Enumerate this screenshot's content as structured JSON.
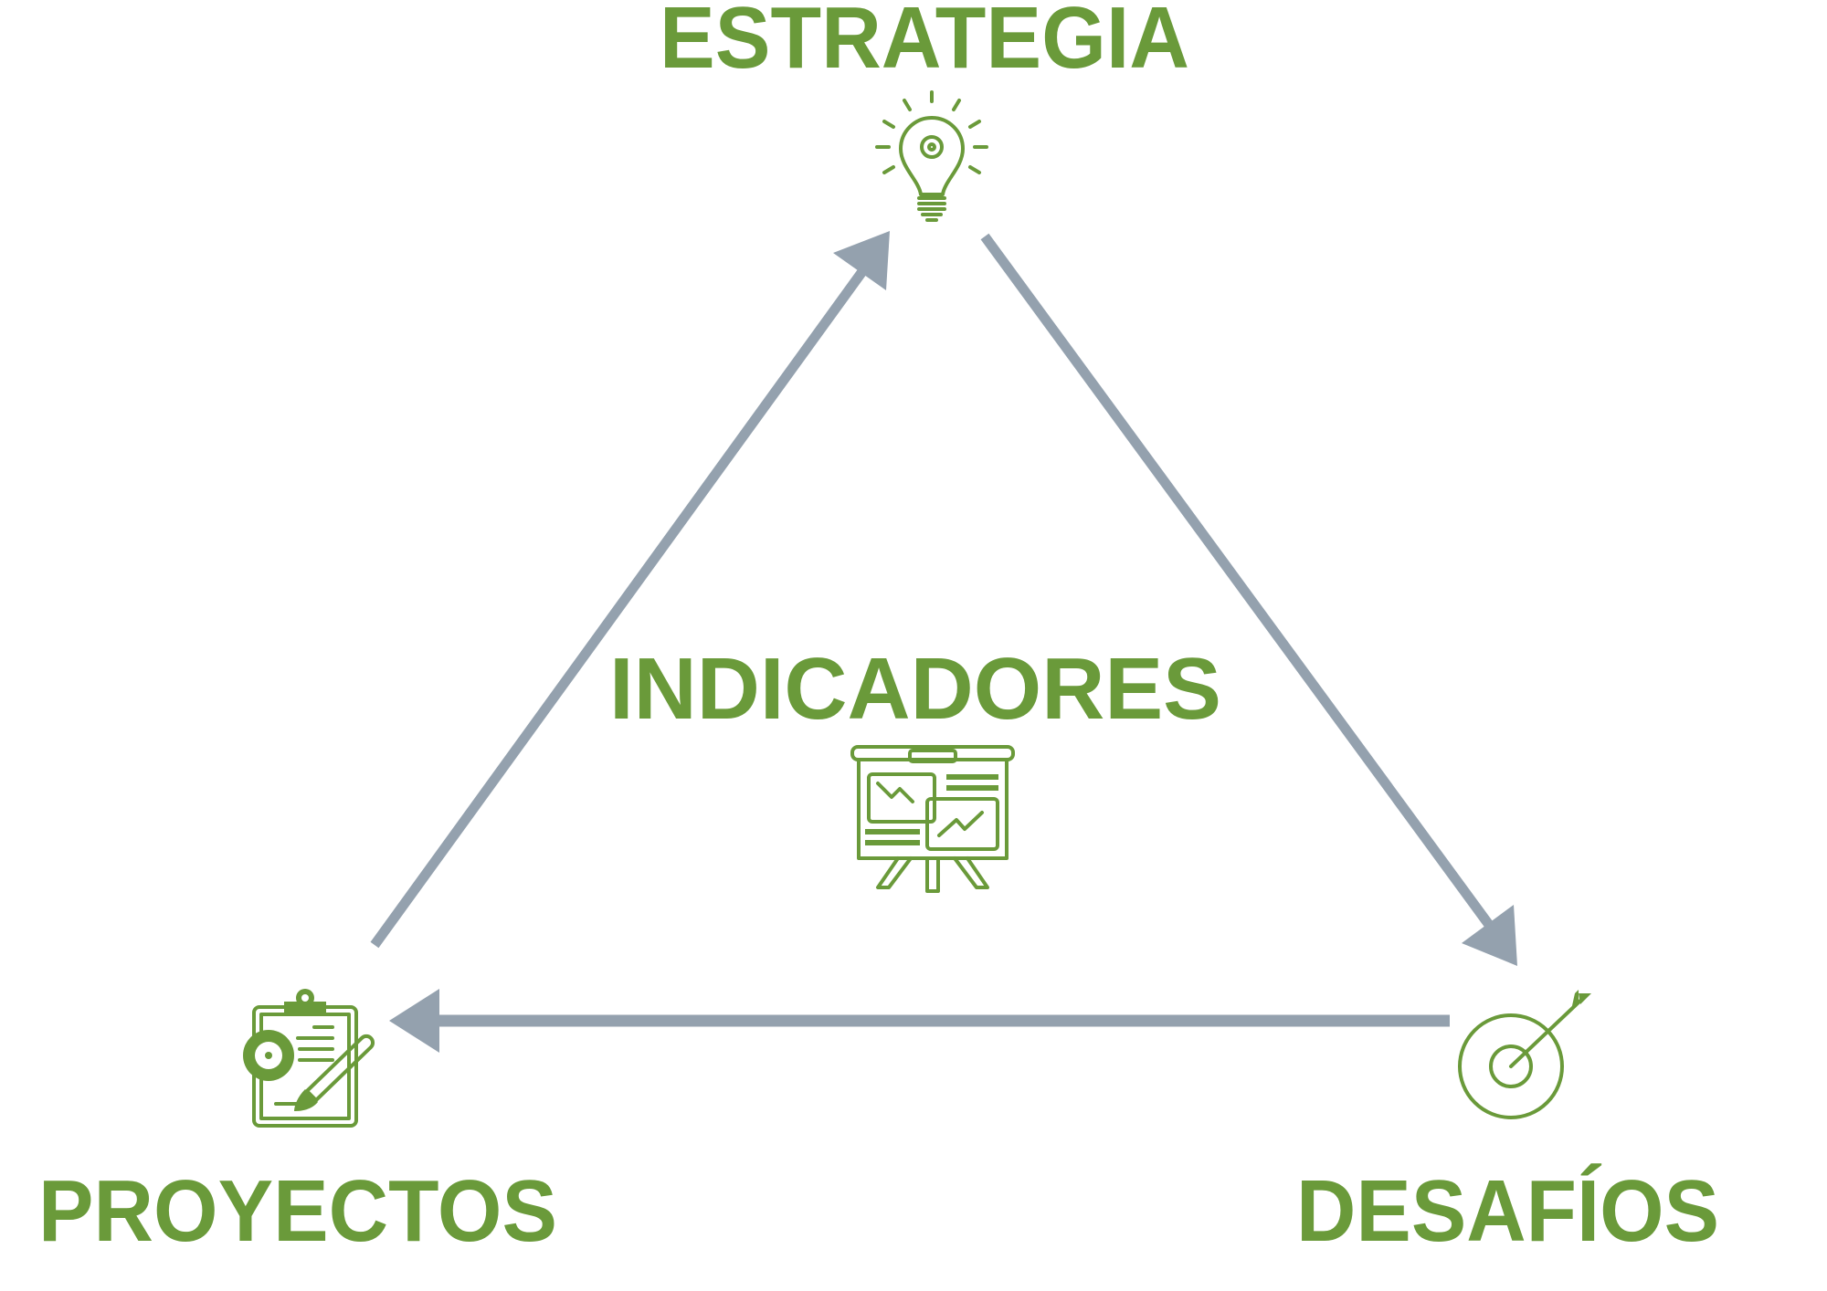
{
  "diagram": {
    "nodes": {
      "top": {
        "label": "ESTRATEGIA",
        "icon": "lightbulb-gear-icon"
      },
      "center": {
        "label": "INDICADORES",
        "icon": "presentation-board-icon"
      },
      "bottom_left": {
        "label": "PROYECTOS",
        "icon": "clipboard-gear-pencil-icon"
      },
      "bottom_right": {
        "label": "DESAFÍOS",
        "icon": "target-arrow-icon"
      }
    },
    "edges": [
      {
        "from": "PROYECTOS",
        "to": "ESTRATEGIA"
      },
      {
        "from": "ESTRATEGIA",
        "to": "DESAFÍOS"
      },
      {
        "from": "DESAFÍOS",
        "to": "PROYECTOS"
      }
    ],
    "colors": {
      "label": "#6a9a3a",
      "arrow": "#94a1ae"
    }
  }
}
